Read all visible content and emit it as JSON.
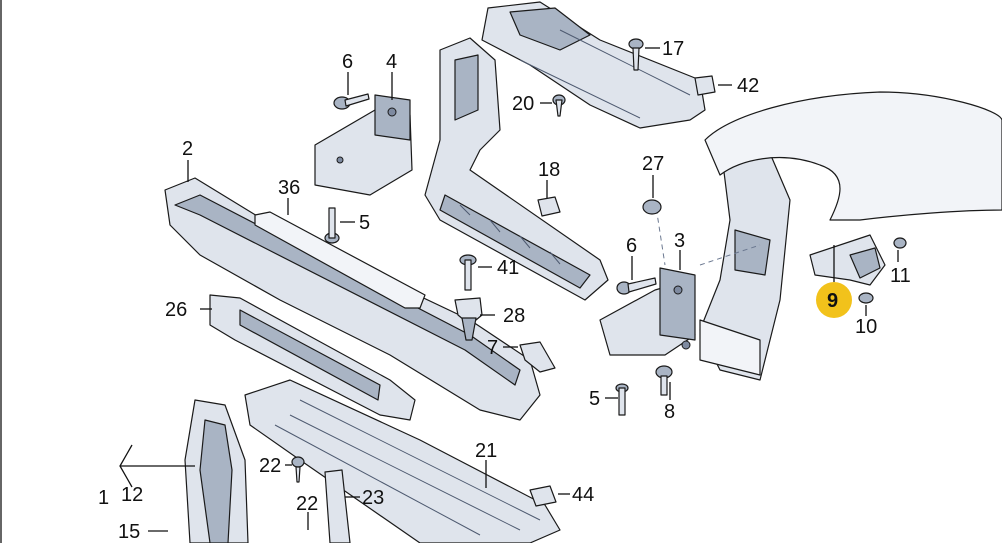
{
  "callouts": {
    "c2": "2",
    "c3": "3",
    "c4": "4",
    "c5a": "5",
    "c5b": "5",
    "c6a": "6",
    "c6b": "6",
    "c7": "7",
    "c8": "8",
    "c9": "9",
    "c10": "10",
    "c11": "11",
    "c12": "12",
    "c1": "1",
    "c15": "15",
    "c17": "17",
    "c18": "18",
    "c20": "20",
    "c21": "21",
    "c22a": "22",
    "c22b": "22",
    "c23": "23",
    "c26": "26",
    "c27": "27",
    "c28": "28",
    "c36": "36",
    "c41": "41",
    "c42": "42",
    "c44": "44"
  },
  "colors": {
    "highlight": "#f2c21b",
    "part_fill": "#dfe4ec",
    "part_shade": "#a9b4c4"
  }
}
